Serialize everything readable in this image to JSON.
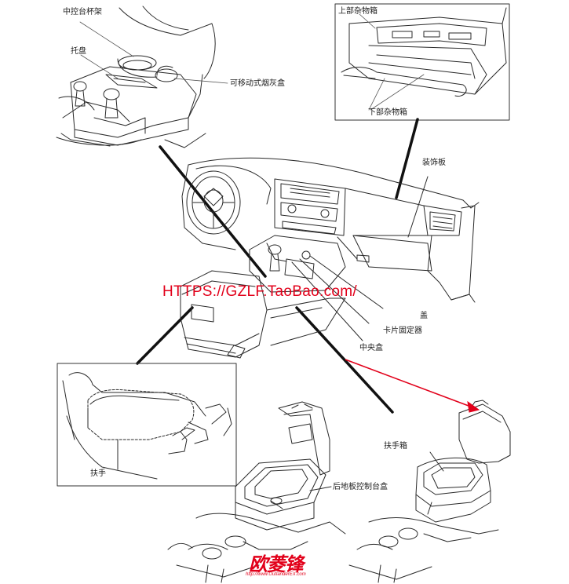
{
  "labels": {
    "console_cup_holder": "中控台杯架",
    "tray": "托盘",
    "removable_ashtray": "可移动式烟灰盒",
    "upper_glove_box": "上部杂物箱",
    "lower_glove_box": "下部杂物箱",
    "trim_panel": "装饰板",
    "lid": "盖",
    "clip_retainer": "卡片固定器",
    "center_box": "中央盒",
    "armrest": "扶手",
    "rear_floor_console_box": "后地板控制台盒",
    "armrest_box": "扶手箱"
  },
  "watermark": "HTTPS://GZLF.TaoBao.com/",
  "brand": {
    "logo_text": "欧菱锋",
    "url": "http://www.OutlanderEX.com"
  },
  "colors": {
    "line": "#2a2a2a",
    "thin_line": "#555555",
    "watermark": "#e2001a",
    "arrow": "#e2001a"
  }
}
